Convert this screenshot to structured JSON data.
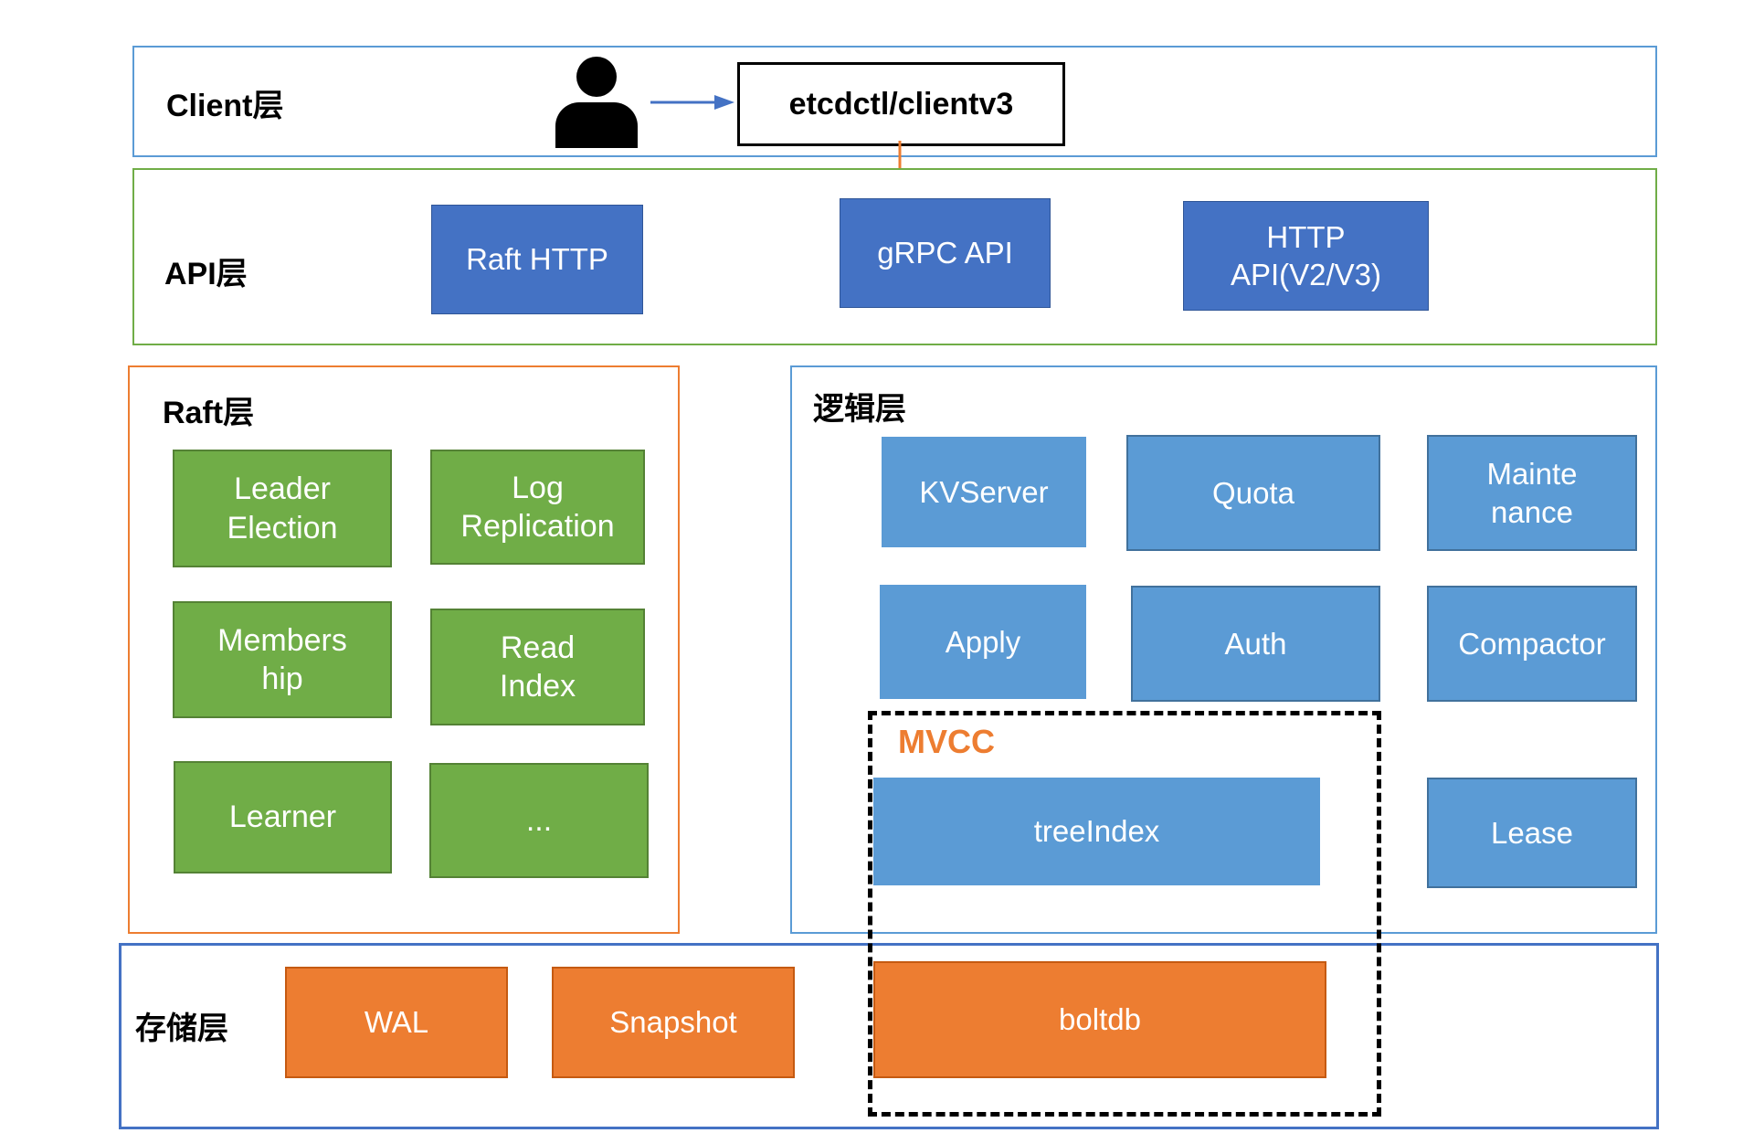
{
  "diagram_title": "etcd architecture diagram",
  "colors": {
    "client_border": "#5B9BD5",
    "api_border": "#70AD47",
    "raft_border": "#ED7D31",
    "logic_border": "#5B9BD5",
    "storage_border": "#4472C4",
    "dark_blue_box": "#4472C4",
    "light_blue_box": "#5B9BD5",
    "green_box": "#70AD47",
    "orange_box": "#ED7D31",
    "right_arrow": "#4472C4",
    "down_arrow": "#ED7D31",
    "mvcc_label": "#ED7D31",
    "mvcc_border": "#000000"
  },
  "client_layer": {
    "label": "Client层",
    "client_box": "etcdctl/clientv3"
  },
  "api_layer": {
    "label": "API层",
    "raft_http": "Raft HTTP",
    "grpc_api": "gRPC API",
    "http_api": {
      "label": "HTTP API(V2/V3)",
      "lines": [
        "HTTP",
        "API(V2/V3)"
      ]
    }
  },
  "raft_layer": {
    "label": "Raft层",
    "leader_election": {
      "label": "Leader Election",
      "lines": [
        "Leader",
        "Election"
      ]
    },
    "log_replication": {
      "label": "Log Replication",
      "lines": [
        "Log",
        "Replication"
      ]
    },
    "membership": {
      "label": "Membership",
      "lines": [
        "Members",
        "hip"
      ]
    },
    "read_index": {
      "label": "Read Index",
      "lines": [
        "Read",
        "Index"
      ]
    },
    "learner": {
      "label": "Learner"
    },
    "more": {
      "label": "..."
    }
  },
  "logic_layer": {
    "label": "逻辑层",
    "kvserver": "KVServer",
    "quota": "Quota",
    "maintenance": {
      "label": "Maintenance",
      "lines": [
        "Mainte",
        "nance"
      ]
    },
    "apply": "Apply",
    "auth": "Auth",
    "compactor": "Compactor",
    "mvcc": "MVCC",
    "treeindex": "treeIndex",
    "lease": "Lease"
  },
  "storage_layer": {
    "label": "存储层",
    "wal": "WAL",
    "snapshot": "Snapshot",
    "boltdb": "boltdb"
  }
}
